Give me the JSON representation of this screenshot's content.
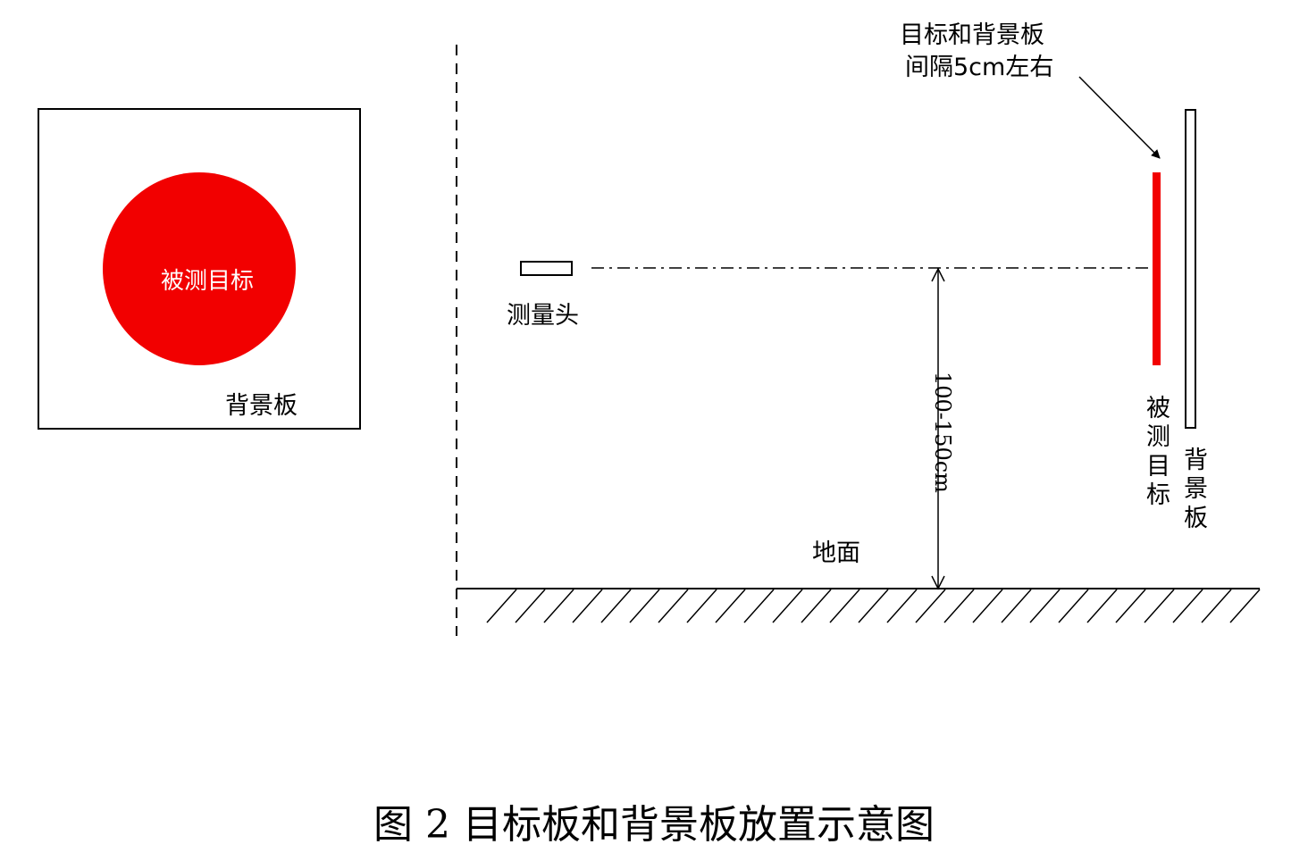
{
  "colors": {
    "target": "#f20000",
    "line": "#000000",
    "background": "#ffffff"
  },
  "left_view": {
    "target_label": "被测目标",
    "board_label": "背景板"
  },
  "side_view": {
    "annotation": [
      "目标和背景板",
      "间隔5cm左右"
    ],
    "sensor_label": "测量头",
    "height_label": "100-150cm",
    "ground_label": "地面",
    "target_label": "被测目标",
    "board_label": "背景板"
  },
  "caption": "图 2  目标板和背景板放置示意图"
}
